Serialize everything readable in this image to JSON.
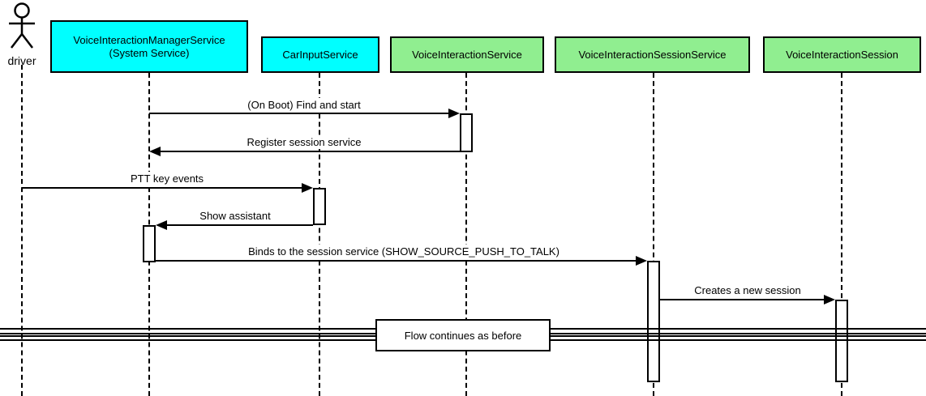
{
  "diagram": {
    "type": "uml-sequence",
    "actor": {
      "label": "driver"
    },
    "participants": [
      {
        "name": "VoiceInteractionManagerService",
        "subtitle": "(System Service)",
        "kind": "system"
      },
      {
        "name": "CarInputService",
        "kind": "system"
      },
      {
        "name": "VoiceInteractionService",
        "kind": "service"
      },
      {
        "name": "VoiceInteractionSessionService",
        "kind": "service"
      },
      {
        "name": "VoiceInteractionSession",
        "kind": "service"
      }
    ],
    "messages": [
      {
        "from": "VoiceInteractionManagerService",
        "to": "VoiceInteractionService",
        "label": "(On Boot) Find and start"
      },
      {
        "from": "VoiceInteractionService",
        "to": "VoiceInteractionManagerService",
        "label": "Register session service"
      },
      {
        "from": "driver",
        "to": "CarInputService",
        "label": "PTT key events"
      },
      {
        "from": "CarInputService",
        "to": "VoiceInteractionManagerService",
        "label": "Show assistant"
      },
      {
        "from": "VoiceInteractionManagerService",
        "to": "VoiceInteractionSessionService",
        "label": "Binds to the session service (SHOW_SOURCE_PUSH_TO_TALK)"
      },
      {
        "from": "VoiceInteractionSessionService",
        "to": "VoiceInteractionSession",
        "label": "Creates a new session"
      }
    ],
    "divider": {
      "label": "Flow continues as before"
    }
  },
  "colors": {
    "cyan": "#00FFFF",
    "green": "#90EE90",
    "line": "#000000",
    "background": "#FFFFFF"
  }
}
